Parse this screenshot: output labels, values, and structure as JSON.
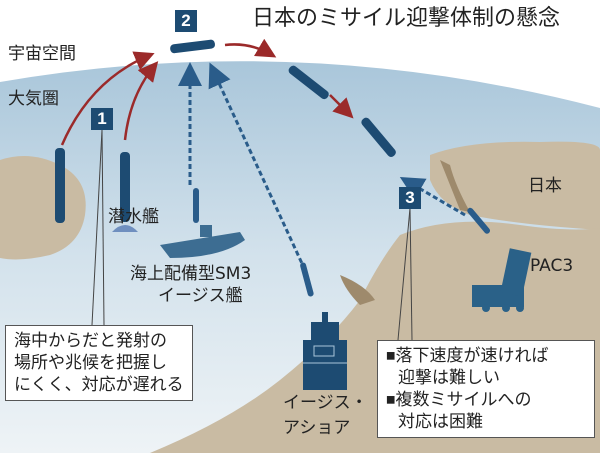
{
  "title": "日本のミサイル迎撃体制の懸念",
  "labels": {
    "space": "宇宙空間",
    "atmosphere": "大気圏",
    "submarine": "潜水艦",
    "japan": "日本",
    "pac3": "PAC3",
    "aegis_ship_line1": "海上配備型SM3",
    "aegis_ship_line2": "イージス艦",
    "aegis_ashore_line1": "イージス・",
    "aegis_ashore_line2": "アショア"
  },
  "badges": [
    "1",
    "2",
    "3"
  ],
  "note1": {
    "lines": [
      "海中からだと発射の",
      "場所や兆候を把握し",
      "にくく、対応が遅れる"
    ]
  },
  "note3": {
    "items": [
      {
        "lines": [
          "落下速度が速ければ",
          "迎撃は難しい"
        ]
      },
      {
        "lines": [
          "複数ミサイルへの",
          "対応は困難"
        ]
      }
    ]
  },
  "colors": {
    "badge": "#1d4b72",
    "missile": "#1d4b72",
    "trajectory": "#9b2a2a",
    "interceptor": "#2a5c8a",
    "land": "#c9bba3",
    "sky": "#b4cfe0"
  }
}
